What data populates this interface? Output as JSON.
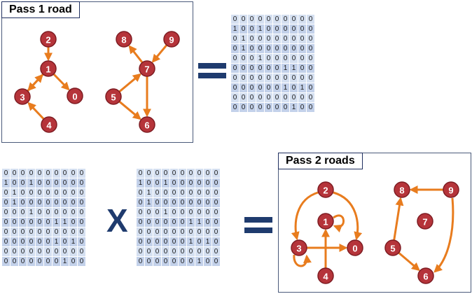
{
  "pass1": {
    "title": "Pass 1 road"
  },
  "pass2": {
    "title": "Pass 2 roads"
  },
  "operators": {
    "multiply": "X"
  },
  "matrix_pass1": [
    [
      0,
      0,
      0,
      0,
      0,
      0,
      0,
      0,
      0,
      0
    ],
    [
      1,
      0,
      0,
      1,
      0,
      0,
      0,
      0,
      0,
      0
    ],
    [
      0,
      1,
      0,
      0,
      0,
      0,
      0,
      0,
      0,
      0
    ],
    [
      0,
      1,
      0,
      0,
      0,
      0,
      0,
      0,
      0,
      0
    ],
    [
      0,
      0,
      0,
      1,
      0,
      0,
      0,
      0,
      0,
      0
    ],
    [
      0,
      0,
      0,
      0,
      0,
      0,
      1,
      1,
      0,
      0
    ],
    [
      0,
      0,
      0,
      0,
      0,
      0,
      0,
      0,
      0,
      0
    ],
    [
      0,
      0,
      0,
      0,
      0,
      0,
      1,
      0,
      1,
      0
    ],
    [
      0,
      0,
      0,
      0,
      0,
      0,
      0,
      0,
      0,
      0
    ],
    [
      0,
      0,
      0,
      0,
      0,
      0,
      0,
      1,
      0,
      0
    ]
  ],
  "graph1": {
    "nodes": [
      "0",
      "1",
      "2",
      "3",
      "4",
      "5",
      "6",
      "7",
      "8",
      "9"
    ],
    "edges": [
      [
        "2",
        "1"
      ],
      [
        "1",
        "0"
      ],
      [
        "1",
        "3"
      ],
      [
        "4",
        "3"
      ],
      [
        "3",
        "1"
      ],
      [
        "5",
        "7"
      ],
      [
        "5",
        "6"
      ],
      [
        "7",
        "6"
      ],
      [
        "7",
        "8"
      ],
      [
        "9",
        "7"
      ]
    ]
  },
  "graph2": {
    "nodes": [
      "0",
      "1",
      "2",
      "3",
      "4",
      "5",
      "6",
      "7",
      "8",
      "9"
    ],
    "edges": [
      [
        "2",
        "0"
      ],
      [
        "2",
        "3"
      ],
      [
        "3",
        "0"
      ],
      [
        "4",
        "1"
      ],
      [
        "1",
        "1"
      ],
      [
        "3",
        "3"
      ],
      [
        "5",
        "8"
      ],
      [
        "5",
        "6"
      ],
      [
        "9",
        "8"
      ],
      [
        "9",
        "6"
      ]
    ]
  },
  "colors": {
    "node": "#b5343a",
    "edge": "#e87c1e",
    "operator": "#1f3b6e"
  }
}
